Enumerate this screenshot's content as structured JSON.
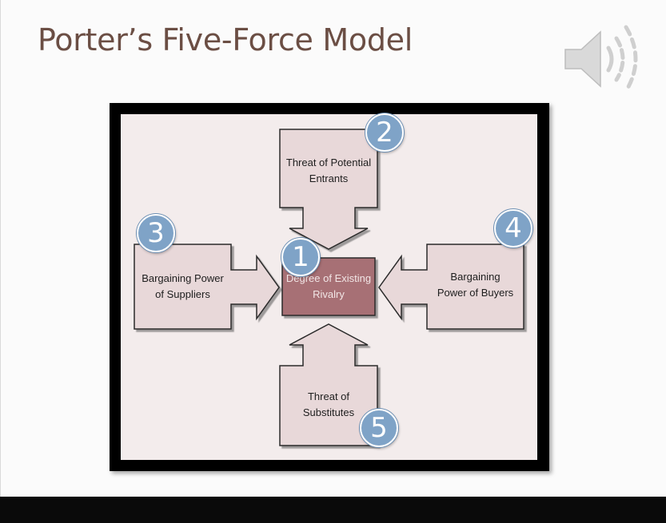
{
  "slide": {
    "title": "Porter’s Five-Force Model",
    "speaker_icon": "speaker-sound-icon"
  },
  "diagram": {
    "forces": [
      {
        "number": "1",
        "line1": "Degree of Existing",
        "line2": "Rivalry"
      },
      {
        "number": "2",
        "line1": "Threat of Potential",
        "line2": "Entrants"
      },
      {
        "number": "3",
        "line1": "Bargaining Power",
        "line2": "of Suppliers"
      },
      {
        "number": "4",
        "line1": "Bargaining",
        "line2": "Power of Buyers"
      },
      {
        "number": "5",
        "line1": "Threat of",
        "line2": "Substitutes"
      }
    ],
    "colors": {
      "box_fill": "#e8d8d9",
      "center_fill": "#a76f75",
      "badge_fill": "#7fa3c7",
      "title_color": "#6b4e44"
    }
  }
}
